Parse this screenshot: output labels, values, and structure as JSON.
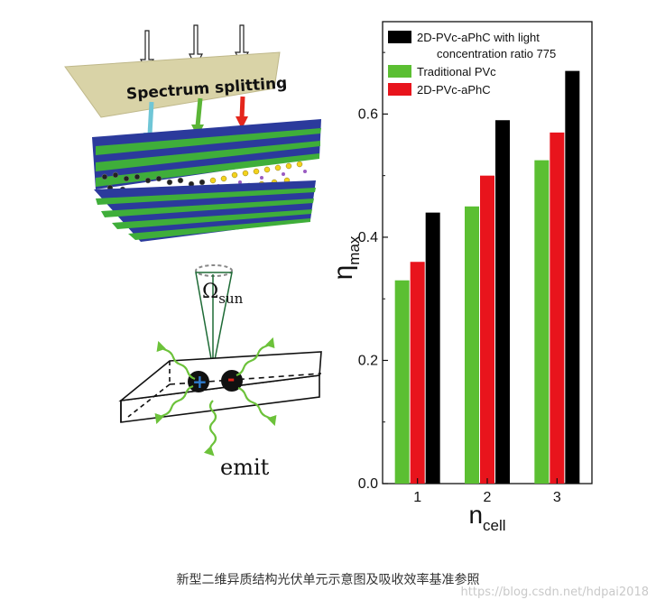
{
  "schematic": {
    "spectrum_label": "Spectrum splitting",
    "omega_symbol": "Ω",
    "omega_subscript": "sun",
    "emit_label": "emit",
    "plus_sign": "+",
    "minus_sign": "-"
  },
  "chart_data": {
    "type": "bar",
    "categories": [
      "1",
      "2",
      "3"
    ],
    "series": [
      {
        "name": "Traditional PVc",
        "color": "#5bbf32",
        "values": [
          0.33,
          0.45,
          0.525
        ]
      },
      {
        "name": "2D-PVc-aPhC",
        "color": "#e8141c",
        "values": [
          0.36,
          0.5,
          0.57
        ]
      },
      {
        "name": "2D-PVc-aPhC with light concentration ratio 775",
        "color": "#000000",
        "values": [
          0.44,
          0.59,
          0.67
        ]
      }
    ],
    "legend": [
      {
        "line1": "2D-PVc-aPhC with light",
        "line2": "concentration ratio 775",
        "color": "#000000"
      },
      {
        "line1": "Traditional PVc",
        "line2": "",
        "color": "#5bbf32"
      },
      {
        "line1": "2D-PVc-aPhC",
        "line2": "",
        "color": "#e8141c"
      }
    ],
    "legend_position": "top-left",
    "ylim": [
      0.0,
      0.75
    ],
    "yticks": [
      "0.0",
      "0.2",
      "0.4",
      "0.6"
    ],
    "ytick_values": [
      0.0,
      0.2,
      0.4,
      0.6
    ],
    "ylabel_symbol": "η",
    "ylabel_subscript": "max",
    "xlabel_symbol": "n",
    "xlabel_subscript": "cell",
    "grid": false
  },
  "caption": "新型二维异质结构光伏单元示意图及吸收效率基准参照",
  "watermark": "https://blog.csdn.net/hdpai2018"
}
